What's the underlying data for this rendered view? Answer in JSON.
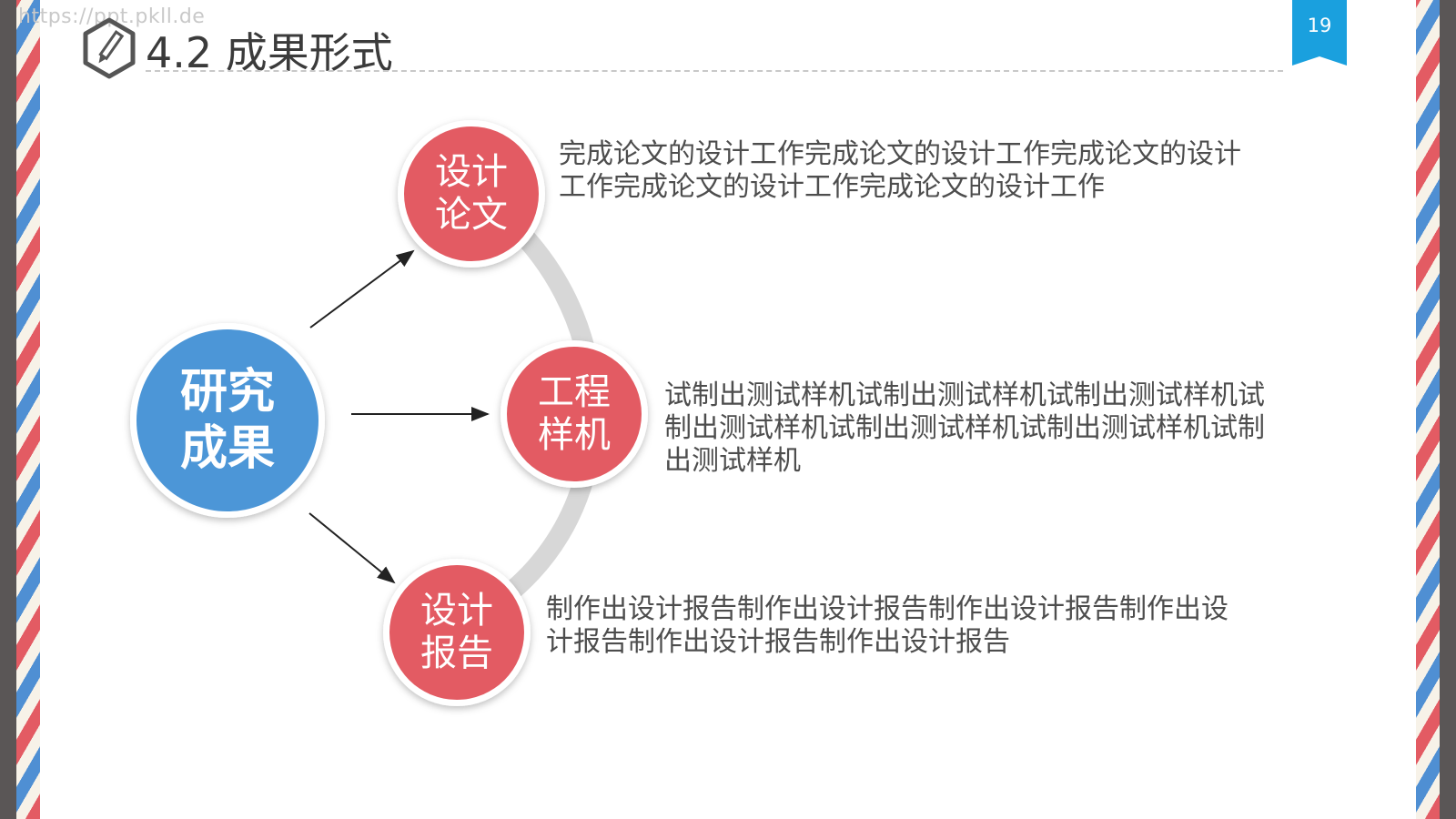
{
  "watermark": "https://ppt.pkll.de",
  "title": "4.2 成果形式",
  "page_number": "19",
  "colors": {
    "accent_red": "#e35b63",
    "accent_blue": "#4c96d7",
    "badge_blue": "#1aa0de",
    "arc_gray": "#d7d7d7"
  },
  "icons": {
    "title_icon": "pencil-hexagon-icon"
  },
  "diagram": {
    "center": {
      "line1": "研究",
      "line2": "成果"
    },
    "nodes": [
      {
        "line1": "设计",
        "line2": "论文",
        "description": "完成论文的设计工作完成论文的设计工作完成论文的设计工作完成论文的设计工作完成论文的设计工作"
      },
      {
        "line1": "工程",
        "line2": "样机",
        "description": "试制出测试样机试制出测试样机试制出测试样机试制出测试样机试制出测试样机试制出测试样机试制出测试样机"
      },
      {
        "line1": "设计",
        "line2": "报告",
        "description": "制作出设计报告制作出设计报告制作出设计报告制作出设计报告制作出设计报告制作出设计报告"
      }
    ]
  }
}
